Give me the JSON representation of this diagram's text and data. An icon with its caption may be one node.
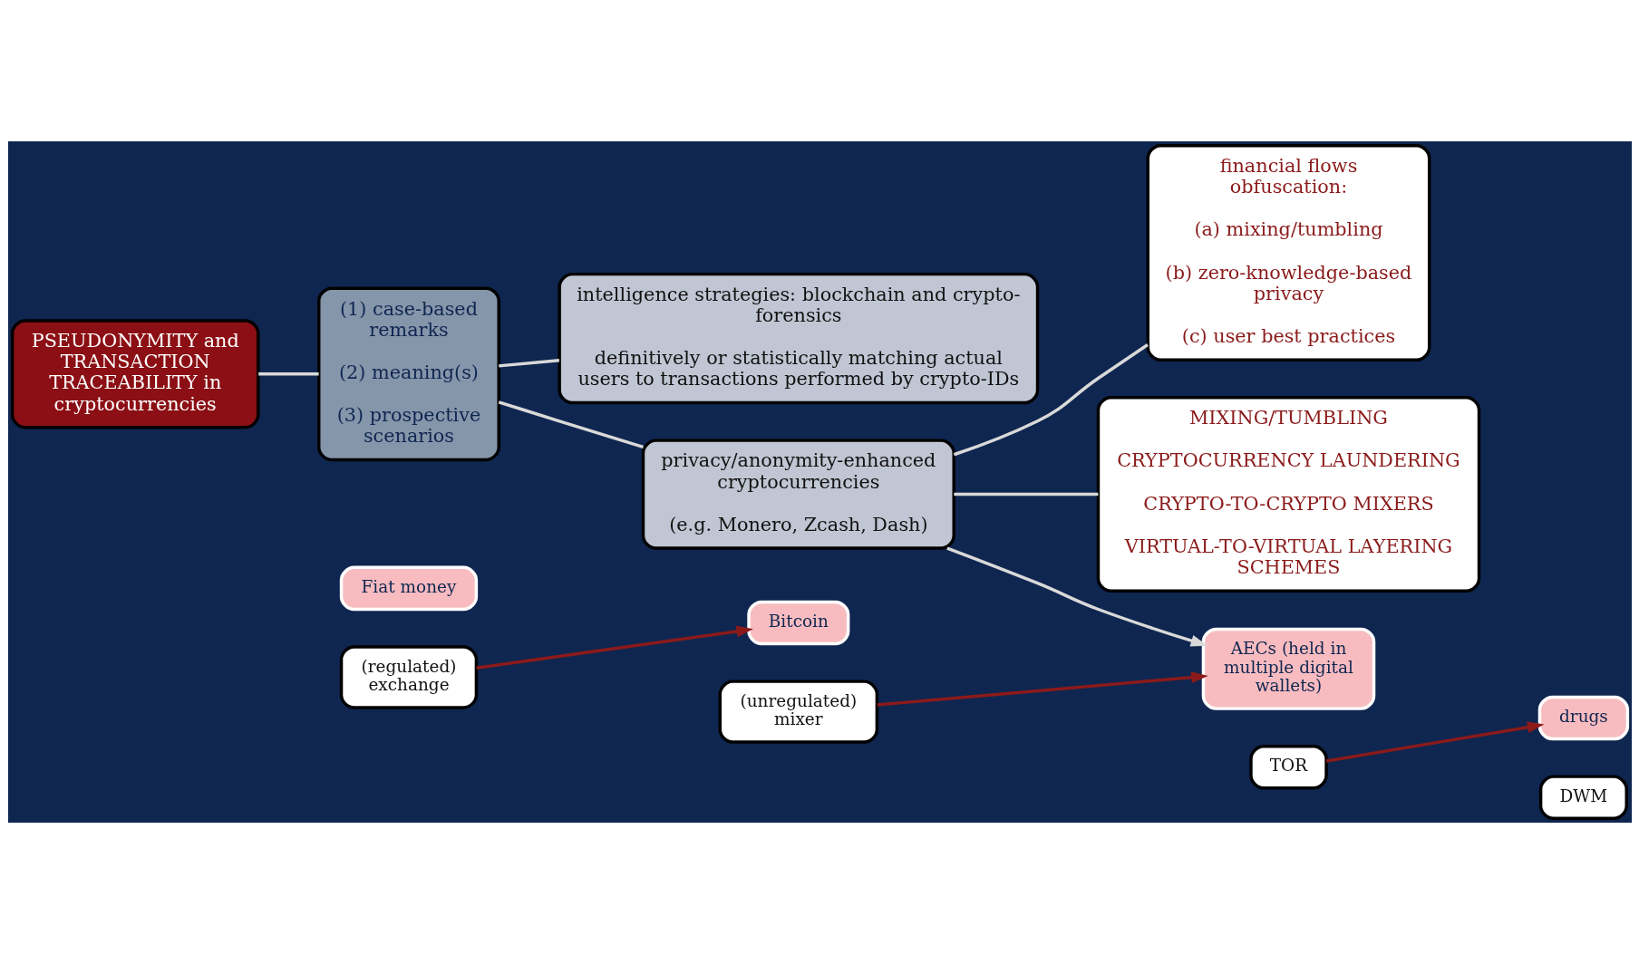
{
  "diagram": {
    "nodes": [
      {
        "text": [
          "PSEUDONYMITY and TRANSACTION TRACEABILITY in cryptocurrencies"
        ]
      },
      {
        "text": [
          "(1) case-based remarks",
          "(2) meaning(s)",
          "(3) prospective scenarios"
        ]
      },
      {
        "text": [
          "intelligence strategies: blockchain and crypto-forensics",
          "definitively or statistically matching actual users to transactions performed by crypto-IDs"
        ]
      },
      {
        "text": [
          "privacy/anonymity-enhanced cryptocurrencies",
          "(e.g. Monero, Zcash, Dash)"
        ]
      },
      {
        "text": [
          "financial flows obfuscation:",
          "(a) mixing/tumbling",
          "(b) zero-knowledge-based privacy",
          "(c) user best practices"
        ]
      },
      {
        "text": [
          "MIXING/TUMBLING",
          "CRYPTOCURRENCY LAUNDERING",
          "CRYPTO-TO-CRYPTO MIXERS",
          "VIRTUAL-TO-VIRTUAL LAYERING SCHEMES"
        ]
      },
      {
        "text": [
          "Fiat money"
        ]
      },
      {
        "text": [
          "(regulated) exchange"
        ]
      },
      {
        "text": [
          "Bitcoin"
        ]
      },
      {
        "text": [
          "(unregulated) mixer"
        ]
      },
      {
        "text": [
          "AECs (held in multiple digital wallets)"
        ]
      },
      {
        "text": [
          "TOR"
        ]
      },
      {
        "text": [
          "drugs"
        ]
      },
      {
        "text": [
          "DWM"
        ]
      }
    ],
    "edges": [
      {
        "from": 0,
        "to": 1,
        "arrow": "none"
      },
      {
        "from": 1,
        "to": 2,
        "arrow": "none"
      },
      {
        "from": 1,
        "to": 3,
        "arrow": "none"
      },
      {
        "from": 3,
        "to": 4,
        "arrow": "none"
      },
      {
        "from": 3,
        "to": 5,
        "arrow": "none"
      },
      {
        "from": 3,
        "to": 10,
        "arrow": "to"
      },
      {
        "from": 7,
        "to": 8,
        "arrow": "to",
        "color": "#8b1a1a"
      },
      {
        "from": 9,
        "to": 10,
        "arrow": "to",
        "color": "#8b1a1a"
      },
      {
        "from": 11,
        "to": 12,
        "arrow": "to",
        "color": "#8b1a1a"
      }
    ]
  }
}
